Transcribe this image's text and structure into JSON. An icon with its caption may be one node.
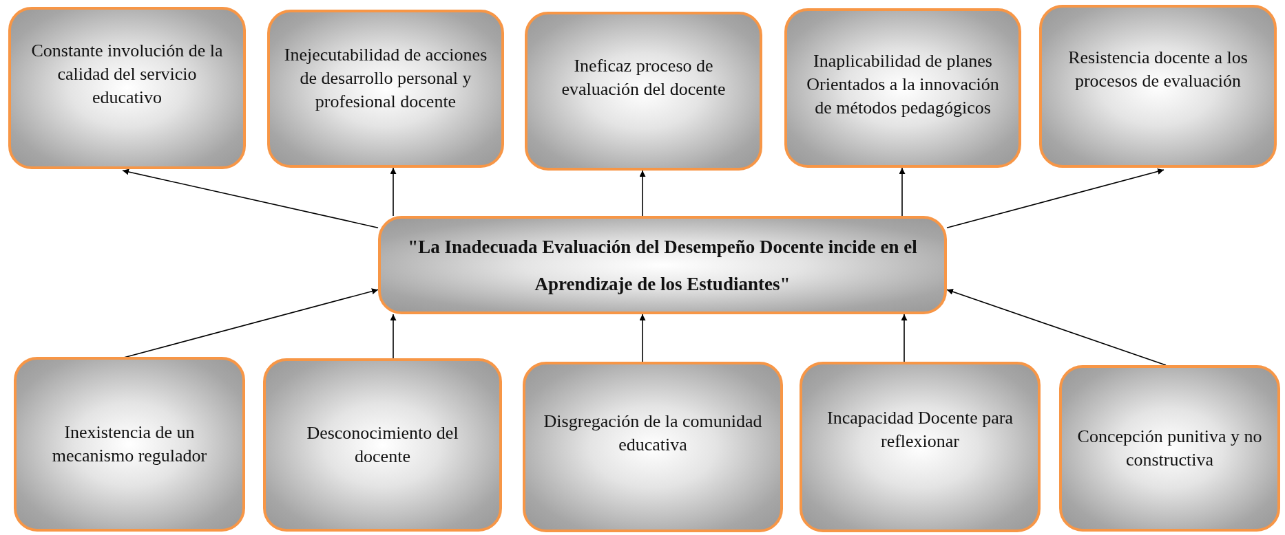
{
  "diagram": {
    "nodes": [
      {
        "text": [
          "Constante involución de la calidad del servicio educativo"
        ]
      },
      {
        "text": [
          "Inejecutabilidad de acciones de desarrollo personal y profesional docente"
        ]
      },
      {
        "text": [
          "Ineficaz proceso de evaluación del docente"
        ]
      },
      {
        "text": [
          "Inaplicabilidad de planes Orientados a la innovación de métodos pedagógicos"
        ]
      },
      {
        "text": [
          "Resistencia docente a los procesos de evaluación"
        ]
      },
      {
        "text": [
          "\"La Inadecuada Evaluación del Desempeño Docente incide en el Aprendizaje de los Estudiantes\""
        ]
      },
      {
        "text": [
          "Inexistencia de un mecanismo regulador"
        ]
      },
      {
        "text": [
          "Desconocimiento del docente"
        ]
      },
      {
        "text": [
          "Disgregación de la comunidad educativa"
        ]
      },
      {
        "text": [
          "Incapacidad Docente para reflexionar"
        ]
      },
      {
        "text": [
          "Concepción punitiva y no constructiva"
        ]
      }
    ],
    "edges": [
      {
        "from": 5,
        "to": 0,
        "arrow": "to"
      },
      {
        "from": 5,
        "to": 1,
        "arrow": "to"
      },
      {
        "from": 5,
        "to": 2,
        "arrow": "to"
      },
      {
        "from": 5,
        "to": 3,
        "arrow": "to"
      },
      {
        "from": 5,
        "to": 4,
        "arrow": "to"
      },
      {
        "from": 6,
        "to": 5,
        "arrow": "to"
      },
      {
        "from": 7,
        "to": 5,
        "arrow": "to"
      },
      {
        "from": 8,
        "to": 5,
        "arrow": "to"
      },
      {
        "from": 9,
        "to": 5,
        "arrow": "to"
      },
      {
        "from": 10,
        "to": 5,
        "arrow": "to"
      }
    ]
  }
}
